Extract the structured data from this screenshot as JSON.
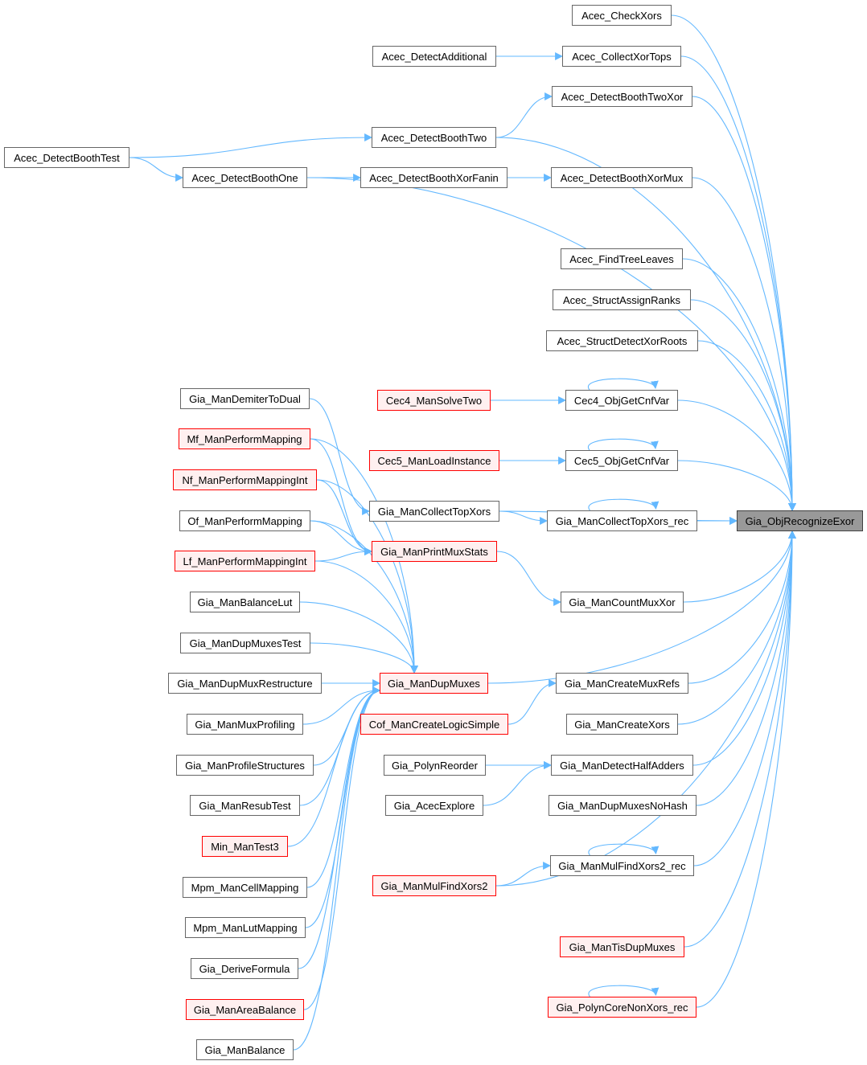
{
  "colors": {
    "edge": "#63b8ff",
    "node_border": "#666666",
    "red_border": "#ff0000",
    "red_fill": "#fff0f0",
    "focus_fill": "#999999"
  },
  "nodes": [
    {
      "id": "checkxors",
      "label": "Acec_CheckXors",
      "style": "normal"
    },
    {
      "id": "detectadditional",
      "label": "Acec_DetectAdditional",
      "style": "normal"
    },
    {
      "id": "collectxortops",
      "label": "Acec_CollectXorTops",
      "style": "normal"
    },
    {
      "id": "boothtwoxor",
      "label": "Acec_DetectBoothTwoXor",
      "style": "normal"
    },
    {
      "id": "boothtwo",
      "label": "Acec_DetectBoothTwo",
      "style": "normal"
    },
    {
      "id": "boothtest",
      "label": "Acec_DetectBoothTest",
      "style": "normal"
    },
    {
      "id": "boothone",
      "label": "Acec_DetectBoothOne",
      "style": "normal"
    },
    {
      "id": "xorfanin",
      "label": "Acec_DetectBoothXorFanin",
      "style": "normal"
    },
    {
      "id": "xormux",
      "label": "Acec_DetectBoothXorMux",
      "style": "normal"
    },
    {
      "id": "findtreeleaves",
      "label": "Acec_FindTreeLeaves",
      "style": "normal"
    },
    {
      "id": "assignranks",
      "label": "Acec_StructAssignRanks",
      "style": "normal"
    },
    {
      "id": "detectxorroots",
      "label": "Acec_StructDetectXorRoots",
      "style": "normal"
    },
    {
      "id": "cec4solve",
      "label": "Cec4_ManSolveTwo",
      "style": "red"
    },
    {
      "id": "cec4obj",
      "label": "Cec4_ObjGetCnfVar",
      "style": "normal"
    },
    {
      "id": "demiter",
      "label": "Gia_ManDemiterToDual",
      "style": "normal"
    },
    {
      "id": "mf",
      "label": "Mf_ManPerformMapping",
      "style": "red"
    },
    {
      "id": "cec5load",
      "label": "Cec5_ManLoadInstance",
      "style": "red"
    },
    {
      "id": "cec5obj",
      "label": "Cec5_ObjGetCnfVar",
      "style": "normal"
    },
    {
      "id": "nf",
      "label": "Nf_ManPerformMappingInt",
      "style": "red"
    },
    {
      "id": "collecttop",
      "label": "Gia_ManCollectTopXors",
      "style": "normal"
    },
    {
      "id": "collecttoprec",
      "label": "Gia_ManCollectTopXors_rec",
      "style": "normal"
    },
    {
      "id": "exor",
      "label": "Gia_ObjRecognizeExor",
      "style": "gray"
    },
    {
      "id": "of",
      "label": "Of_ManPerformMapping",
      "style": "normal"
    },
    {
      "id": "printmux",
      "label": "Gia_ManPrintMuxStats",
      "style": "red"
    },
    {
      "id": "lf",
      "label": "Lf_ManPerformMappingInt",
      "style": "red"
    },
    {
      "id": "balancelut",
      "label": "Gia_ManBalanceLut",
      "style": "normal"
    },
    {
      "id": "countmux",
      "label": "Gia_ManCountMuxXor",
      "style": "normal"
    },
    {
      "id": "dupmuxestest",
      "label": "Gia_ManDupMuxesTest",
      "style": "normal"
    },
    {
      "id": "dupmuxrestr",
      "label": "Gia_ManDupMuxRestructure",
      "style": "normal"
    },
    {
      "id": "dupmuxes",
      "label": "Gia_ManDupMuxes",
      "style": "red"
    },
    {
      "id": "createmuxrefs",
      "label": "Gia_ManCreateMuxRefs",
      "style": "normal"
    },
    {
      "id": "muxprofiling",
      "label": "Gia_ManMuxProfiling",
      "style": "normal"
    },
    {
      "id": "cof",
      "label": "Cof_ManCreateLogicSimple",
      "style": "red"
    },
    {
      "id": "createxors",
      "label": "Gia_ManCreateXors",
      "style": "normal"
    },
    {
      "id": "profilestruct",
      "label": "Gia_ManProfileStructures",
      "style": "normal"
    },
    {
      "id": "polynreorder",
      "label": "Gia_PolynReorder",
      "style": "normal"
    },
    {
      "id": "halfadders",
      "label": "Gia_ManDetectHalfAdders",
      "style": "normal"
    },
    {
      "id": "resubtest",
      "label": "Gia_ManResubTest",
      "style": "normal"
    },
    {
      "id": "acecexplore",
      "label": "Gia_AcecExplore",
      "style": "normal"
    },
    {
      "id": "dupmuxesnohash",
      "label": "Gia_ManDupMuxesNoHash",
      "style": "normal"
    },
    {
      "id": "mintest3",
      "label": "Min_ManTest3",
      "style": "red"
    },
    {
      "id": "mulfindrec",
      "label": "Gia_ManMulFindXors2_rec",
      "style": "normal"
    },
    {
      "id": "mulfind",
      "label": "Gia_ManMulFindXors2",
      "style": "red"
    },
    {
      "id": "mpmcell",
      "label": "Mpm_ManCellMapping",
      "style": "normal"
    },
    {
      "id": "mpmlut",
      "label": "Mpm_ManLutMapping",
      "style": "normal"
    },
    {
      "id": "deriveformula",
      "label": "Gia_DeriveFormula",
      "style": "normal"
    },
    {
      "id": "tisdup",
      "label": "Gia_ManTisDupMuxes",
      "style": "red"
    },
    {
      "id": "areabalance",
      "label": "Gia_ManAreaBalance",
      "style": "red"
    },
    {
      "id": "polyncore",
      "label": "Gia_PolynCoreNonXors_rec",
      "style": "red"
    },
    {
      "id": "balance",
      "label": "Gia_ManBalance",
      "style": "normal"
    }
  ],
  "edges": [
    [
      "checkxors",
      "exor"
    ],
    [
      "detectadditional",
      "collectxortops"
    ],
    [
      "collectxortops",
      "exor"
    ],
    [
      "boothtwo",
      "boothtwoxor"
    ],
    [
      "boothtwo",
      "exor"
    ],
    [
      "boothtwoxor",
      "exor"
    ],
    [
      "boothtest",
      "boothtwo"
    ],
    [
      "boothtest",
      "boothone"
    ],
    [
      "boothone",
      "xorfanin"
    ],
    [
      "xorfanin",
      "xormux"
    ],
    [
      "xormux",
      "exor"
    ],
    [
      "boothone",
      "exor"
    ],
    [
      "findtreeleaves",
      "exor"
    ],
    [
      "assignranks",
      "exor"
    ],
    [
      "detectxorroots",
      "exor"
    ],
    [
      "cec4solve",
      "cec4obj"
    ],
    [
      "cec4obj",
      "exor"
    ],
    [
      "cec4obj",
      "cec4obj"
    ],
    [
      "cec5load",
      "cec5obj"
    ],
    [
      "cec5obj",
      "exor"
    ],
    [
      "cec5obj",
      "cec5obj"
    ],
    [
      "demiter",
      "collecttop"
    ],
    [
      "collecttop",
      "collecttoprec"
    ],
    [
      "collecttop",
      "exor"
    ],
    [
      "collecttoprec",
      "exor"
    ],
    [
      "collecttoprec",
      "collecttoprec"
    ],
    [
      "mf",
      "printmux"
    ],
    [
      "mf",
      "dupmuxes"
    ],
    [
      "nf",
      "printmux"
    ],
    [
      "nf",
      "dupmuxes"
    ],
    [
      "of",
      "printmux"
    ],
    [
      "of",
      "dupmuxes"
    ],
    [
      "lf",
      "printmux"
    ],
    [
      "lf",
      "dupmuxes"
    ],
    [
      "printmux",
      "countmux"
    ],
    [
      "countmux",
      "exor"
    ],
    [
      "balancelut",
      "dupmuxes"
    ],
    [
      "dupmuxestest",
      "dupmuxes"
    ],
    [
      "dupmuxrestr",
      "dupmuxes"
    ],
    [
      "muxprofiling",
      "dupmuxes"
    ],
    [
      "profilestruct",
      "dupmuxes"
    ],
    [
      "resubtest",
      "dupmuxes"
    ],
    [
      "mintest3",
      "dupmuxes"
    ],
    [
      "mpmcell",
      "dupmuxes"
    ],
    [
      "mpmlut",
      "dupmuxes"
    ],
    [
      "deriveformula",
      "dupmuxes"
    ],
    [
      "areabalance",
      "dupmuxes"
    ],
    [
      "balance",
      "dupmuxes"
    ],
    [
      "dupmuxes",
      "exor"
    ],
    [
      "cof",
      "createmuxrefs"
    ],
    [
      "createmuxrefs",
      "exor"
    ],
    [
      "createxors",
      "exor"
    ],
    [
      "polynreorder",
      "halfadders"
    ],
    [
      "acecexplore",
      "halfadders"
    ],
    [
      "halfadders",
      "exor"
    ],
    [
      "dupmuxesnohash",
      "exor"
    ],
    [
      "mulfind",
      "mulfindrec"
    ],
    [
      "mulfindrec",
      "exor"
    ],
    [
      "mulfindrec",
      "mulfindrec"
    ],
    [
      "mulfind",
      "exor"
    ],
    [
      "tisdup",
      "exor"
    ],
    [
      "polyncore",
      "exor"
    ],
    [
      "polyncore",
      "polyncore"
    ]
  ]
}
